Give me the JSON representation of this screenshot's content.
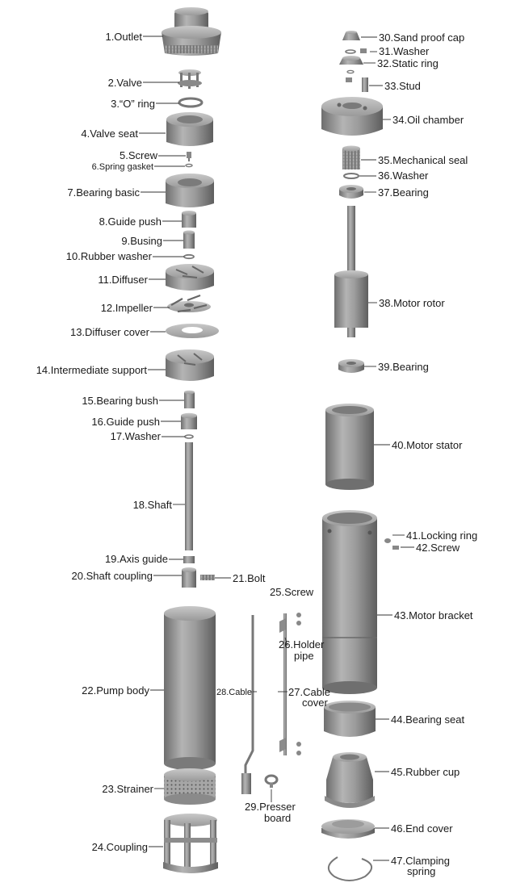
{
  "parts": [
    {
      "no": "1",
      "label": "1.Outlet"
    },
    {
      "no": "2",
      "label": "2.Valve"
    },
    {
      "no": "3",
      "label": "3.“O” ring"
    },
    {
      "no": "4",
      "label": "4.Valve seat"
    },
    {
      "no": "5",
      "label": "5.Screw"
    },
    {
      "no": "6",
      "label": "6.Spring gasket"
    },
    {
      "no": "7",
      "label": "7.Bearing basic"
    },
    {
      "no": "8",
      "label": "8.Guide push"
    },
    {
      "no": "9",
      "label": "9.Busing"
    },
    {
      "no": "10",
      "label": "10.Rubber  washer"
    },
    {
      "no": "11",
      "label": "11.Diffuser"
    },
    {
      "no": "12",
      "label": "12.Impeller"
    },
    {
      "no": "13",
      "label": "13.Diffuser cover"
    },
    {
      "no": "14",
      "label": "14.Intermediate support"
    },
    {
      "no": "15",
      "label": "15.Bearing bush"
    },
    {
      "no": "16",
      "label": "16.Guide push"
    },
    {
      "no": "17",
      "label": "17.Washer"
    },
    {
      "no": "18",
      "label": "18.Shaft"
    },
    {
      "no": "19",
      "label": "19.Axis guide"
    },
    {
      "no": "20",
      "label": "20.Shaft coupling"
    },
    {
      "no": "21",
      "label": "21.Bolt"
    },
    {
      "no": "22",
      "label": "22.Pump body"
    },
    {
      "no": "23",
      "label": "23.Strainer"
    },
    {
      "no": "24",
      "label": "24.Coupling"
    },
    {
      "no": "25",
      "label": "25.Screw"
    },
    {
      "no": "26",
      "label": "26.Holder",
      "label2": "pipe"
    },
    {
      "no": "27",
      "label": "27.Cable",
      "label2": "cover"
    },
    {
      "no": "28",
      "label": "28.Cable"
    },
    {
      "no": "29",
      "label": "29.Presser",
      "label2": "board"
    },
    {
      "no": "30",
      "label": "30.Sand proof cap"
    },
    {
      "no": "31",
      "label": "31.Washer"
    },
    {
      "no": "32",
      "label": "32.Static ring"
    },
    {
      "no": "33",
      "label": "33.Stud"
    },
    {
      "no": "34",
      "label": "34.Oil chamber"
    },
    {
      "no": "35",
      "label": "35.Mechanical seal"
    },
    {
      "no": "36",
      "label": "36.Washer"
    },
    {
      "no": "37",
      "label": "37.Bearing"
    },
    {
      "no": "38",
      "label": "38.Motor rotor"
    },
    {
      "no": "39",
      "label": "39.Bearing"
    },
    {
      "no": "40",
      "label": "40.Motor stator"
    },
    {
      "no": "41",
      "label": "41.Locking ring"
    },
    {
      "no": "42",
      "label": "42.Screw"
    },
    {
      "no": "43",
      "label": "43.Motor bracket"
    },
    {
      "no": "44",
      "label": "44.Bearing seat"
    },
    {
      "no": "45",
      "label": "45.Rubber cup"
    },
    {
      "no": "46",
      "label": "46.End cover"
    },
    {
      "no": "47",
      "label": "47.Clamping",
      "label2": "spring"
    }
  ],
  "colors": {
    "part_fill": "#9a9a9a",
    "part_light": "#c4c4c4",
    "part_dark": "#6e6e6e",
    "leader": "#333333"
  }
}
